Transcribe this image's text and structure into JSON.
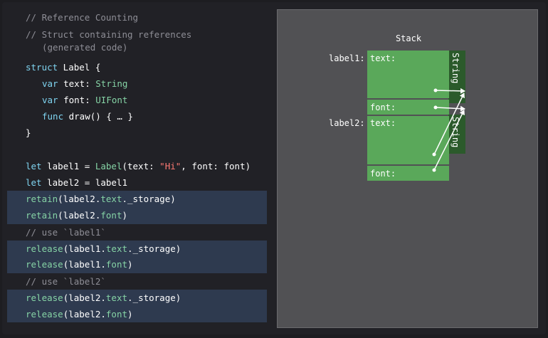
{
  "code": {
    "comment_title": "// Reference Counting",
    "comment_struct_1": "// Struct containing references",
    "comment_struct_2": "(generated code)",
    "kw_struct": "struct",
    "struct_name": " Label {",
    "kw_var": "var",
    "prop_text": " text: ",
    "type_string": "String",
    "prop_font": " font: ",
    "type_uifont": "UIFont",
    "kw_func": "func",
    "func_rest": " draw() { … }",
    "close_brace": "}",
    "kw_let": "let",
    "let1_a": " label1 = ",
    "let1_type": "Label",
    "let1_b": "(text: ",
    "let1_str": "\"Hi\"",
    "let1_c": ", font: font)",
    "let2_rest": " label2 = label1",
    "retain_fn": "retain",
    "release_fn": "release",
    "arg_label2_open": "(label2.",
    "arg_label1_open": "(label1.",
    "prop_text_name": "text",
    "storage_close": "._storage)",
    "prop_font_name": "font",
    "paren_close": ")",
    "comment_use_label1": "// use `label1`",
    "comment_use_label2": "// use `label2`"
  },
  "diagram": {
    "stack_label": "Stack",
    "label1_name": "label1:",
    "label2_name": "label2:",
    "text_field": "text:",
    "font_field": "font:",
    "string_tag": "String",
    "colors": {
      "panel": "#515154",
      "box": "#5aa85a",
      "box_dark": "#2b5a2b",
      "arrow": "#ffffff"
    }
  }
}
